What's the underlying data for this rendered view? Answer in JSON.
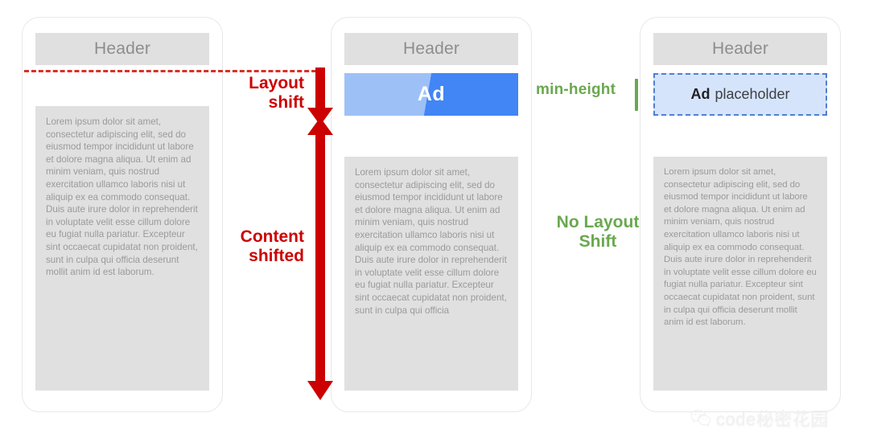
{
  "phones": [
    {
      "id": "shifting-page",
      "header": "Header",
      "body_text": "Lorem ipsum dolor sit amet, consectetur adipiscing elit, sed do eiusmod tempor incididunt ut labore et dolore magna aliqua. Ut enim ad minim veniam, quis nostrud exercitation ullamco laboris nisi ut aliquip ex ea commodo consequat. Duis aute irure dolor in reprehenderit in voluptate velit esse cillum dolore eu fugiat nulla pariatur. Excepteur sint occaecat cupidatat non proident, sunt in culpa qui officia deserunt mollit anim id est laborum."
    },
    {
      "id": "ad-loaded-page",
      "header": "Header",
      "ad_label": "Ad",
      "body_text": "Lorem ipsum dolor sit amet, consectetur adipiscing elit, sed do eiusmod tempor incididunt ut labore et dolore magna aliqua. Ut enim ad minim veniam, quis nostrud exercitation ullamco laboris nisi ut aliquip ex ea commodo consequat. Duis aute irure dolor in reprehenderit in voluptate velit esse cillum dolore eu fugiat nulla pariatur. Excepteur sint occaecat cupidatat non proident, sunt in culpa qui officia"
    },
    {
      "id": "reserved-space-page",
      "header": "Header",
      "placeholder_strong": "Ad",
      "placeholder_rest": "placeholder",
      "body_text": "Lorem ipsum dolor sit amet, consectetur adipiscing elit, sed do eiusmod tempor incididunt ut labore et dolore magna aliqua. Ut enim ad minim veniam, quis nostrud exercitation ullamco laboris nisi ut aliquip ex ea commodo consequat. Duis aute irure dolor in reprehenderit in voluptate velit esse cillum dolore eu fugiat nulla pariatur. Excepteur sint occaecat cupidatat non proident, sunt in culpa qui officia deserunt mollit anim id est laborum."
    }
  ],
  "annotations": {
    "layout_shift": "Layout shift",
    "content_shifted": "Content shifted",
    "min_height": "min-height",
    "no_layout_shift": "No Layout Shift"
  },
  "watermark": {
    "text": "code秘密花园"
  },
  "colors": {
    "red": "#cc0000",
    "dashed_line": "#d93025",
    "green": "#6aa84f",
    "ad_blue_light": "#9dc1f7",
    "ad_blue_dark": "#4285f4",
    "placeholder_fill": "#d6e4fb",
    "placeholder_border": "#4e7fd1",
    "header_gray": "#e0e0e0",
    "body_text_gray": "#9a9a9a"
  }
}
